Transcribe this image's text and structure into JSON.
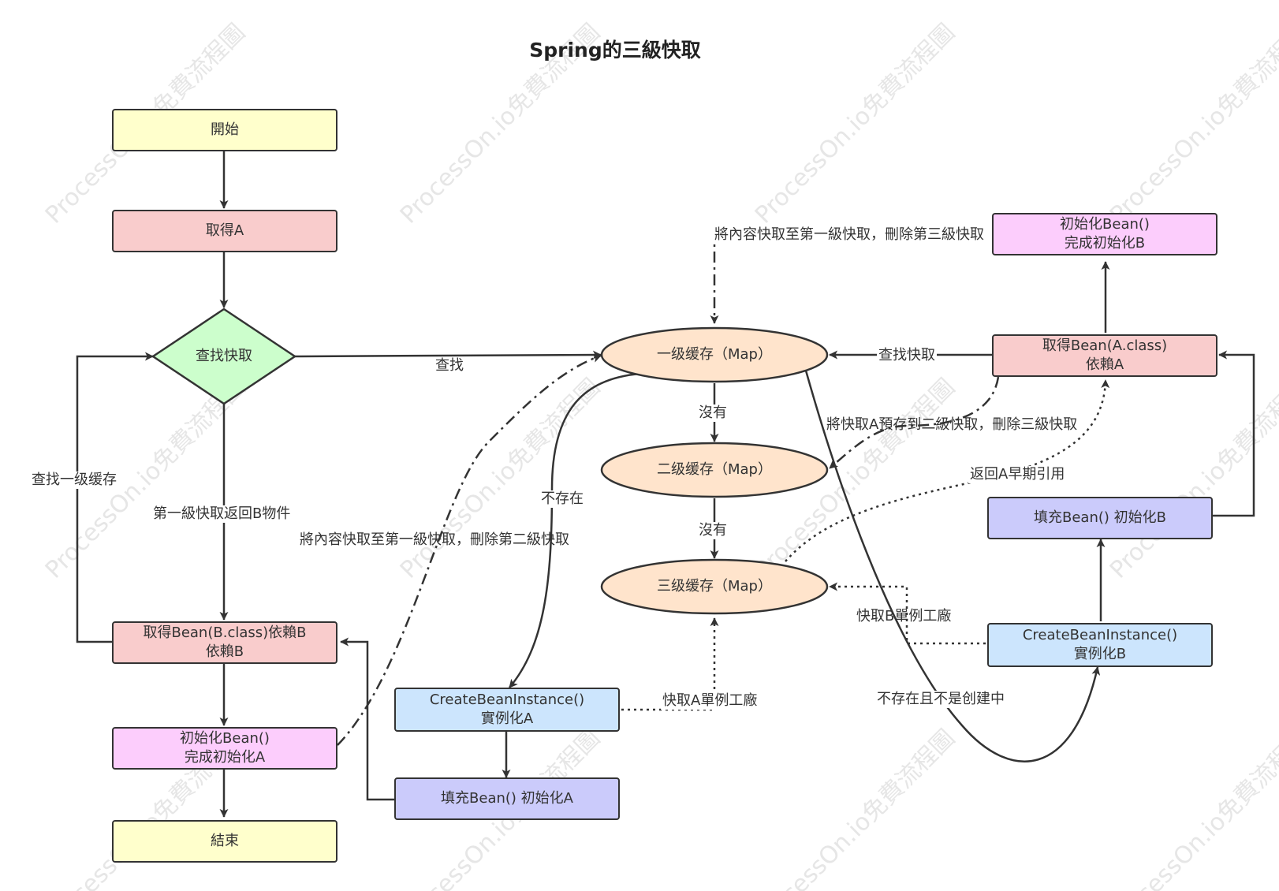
{
  "title": "Spring的三級快取",
  "watermark": "ProcessOn.io免費流程圖",
  "nodes": {
    "start": "開始",
    "get_a": "取得A",
    "find_cache": "查找快取",
    "get_bean_b_line1": "取得Bean(B.class)依賴B",
    "get_bean_b_line2": "依賴B",
    "init_a_line1": "初始化Bean()",
    "init_a_line2": "完成初始化A",
    "end": "結束",
    "create_a_line1": "CreateBeanInstance()",
    "create_a_line2": "實例化A",
    "fill_a": "填充Bean() 初始化A",
    "cache1": "一级缓存（Map）",
    "cache2": "二级缓存（Map）",
    "cache3": "三级缓存（Map）",
    "init_b_line1": "初始化Bean()",
    "init_b_line2": "完成初始化B",
    "get_bean_a_line1": "取得Bean(A.class)",
    "get_bean_a_line2": "依賴A",
    "fill_b": "填充Bean() 初始化B",
    "create_b_line1": "CreateBeanInstance()",
    "create_b_line2": "實例化B"
  },
  "labels": {
    "find": "查找",
    "find_level1": "查找一级缓存",
    "first_level_returns_b": "第一級快取返回B物件",
    "content_to_first_delete_second": "將內容快取至第一級快取，刪除第二級快取",
    "not_exist": "不存在",
    "none_1": "沒有",
    "none_2": "沒有",
    "cache_a_factory": "快取A單例工廠",
    "content_to_first_delete_third": "將內容快取至第一級快取，刪除第三級快取",
    "find_cache_right": "查找快取",
    "cache_a_to_second": "將快取A預存到二級快取，刪除三級快取",
    "return_early_ref": "返回A早期引用",
    "cache_b_factory": "快取B單例工廠",
    "not_exist_not_creating": "不存在且不是创建中"
  },
  "colors": {
    "start_end": "#ffffcc",
    "get": "#f9cccc",
    "decision": "#ccfecc",
    "init": "#fccdfc",
    "create": "#cce5fd",
    "fill": "#cbcbfb",
    "cache": "#ffe4cc",
    "line": "#333333"
  }
}
